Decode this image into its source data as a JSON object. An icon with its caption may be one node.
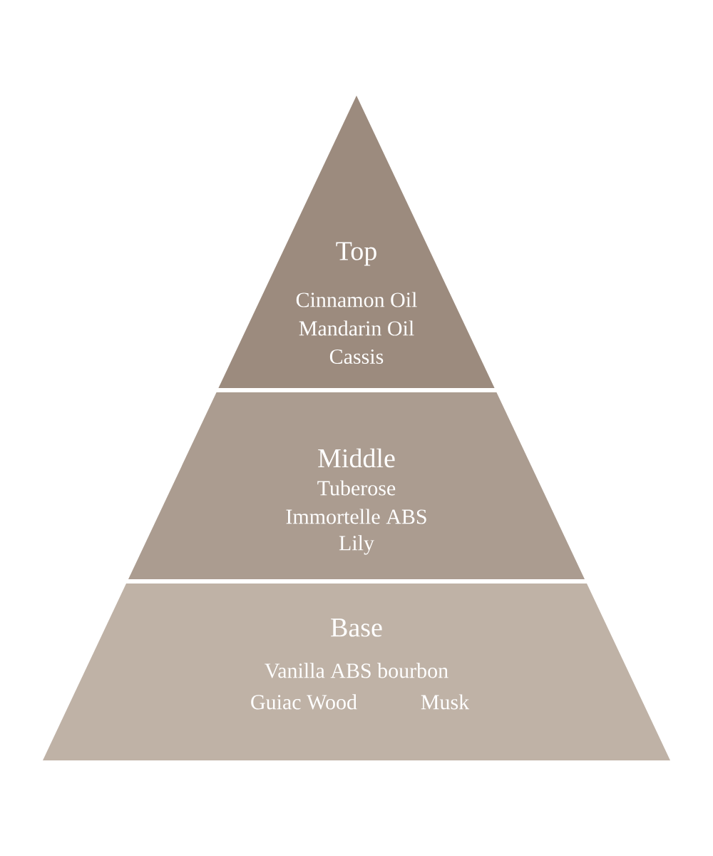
{
  "diagram": {
    "nodes": [
      {
        "text": [
          "Top",
          "Cinnamon Oil",
          "Mandarin Oil",
          "Cassis"
        ]
      },
      {
        "text": [
          "Middle",
          "Tuberose",
          "Immortelle ABS",
          "Lily"
        ]
      },
      {
        "text": [
          "Base",
          "Vanilla ABS bourbon",
          "Guiac Wood",
          "Musk"
        ]
      }
    ]
  }
}
